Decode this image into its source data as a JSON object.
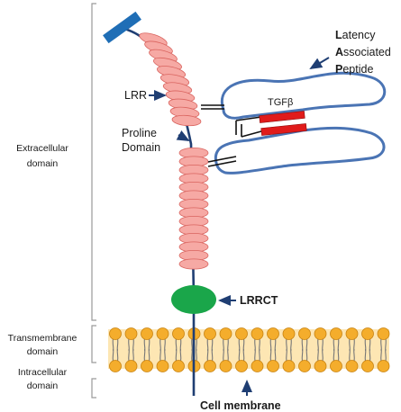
{
  "region_labels": {
    "extracellular_line1": "Extracellular",
    "extracellular_line2": "domain",
    "transmembrane_line1": "Transmembrane",
    "transmembrane_line2": "domain",
    "intracellular_line1": "Intracellular",
    "intracellular_line2": "domain"
  },
  "structure_labels": {
    "lrr": "LRR",
    "proline_line1": "Proline",
    "proline_line2": "Domain",
    "tgfb": "TGFβ",
    "lrrct": "LRRCT",
    "cell_membrane": "Cell membrane"
  },
  "lap_label": {
    "line1_initial": "L",
    "line1_rest": "atency",
    "line2_initial": "A",
    "line2_rest": "ssociated",
    "line3_initial": "P",
    "line3_rest": "eptide"
  },
  "colors": {
    "backbone": "#1f3e73",
    "cap": "#1f6eb6",
    "lrr_fill": "#f6a9a4",
    "lrr_stroke": "#d9645f",
    "lap_outline": "#4a74b4",
    "tgfb": "#e01b1b",
    "lrrct": "#1aa64a",
    "lipid_head": "#f4ad2c",
    "lipid_head_stroke": "#c8820f",
    "membrane_band": "#fde6b3",
    "bracket": "#9a9a9a",
    "arrow": "#1f3e73"
  }
}
